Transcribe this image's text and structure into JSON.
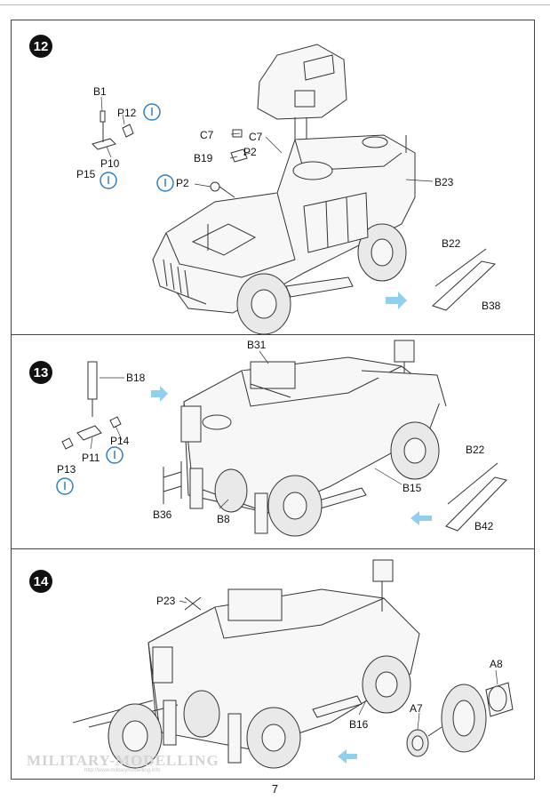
{
  "page": {
    "number": "7"
  },
  "steps": [
    {
      "number": "12",
      "labels": {
        "b1": "B1",
        "p12": "P12",
        "p10": "P10",
        "p15": "P15",
        "c7a": "C7",
        "c7b": "C7",
        "b19": "B19",
        "p2a": "P2",
        "p2b": "P2",
        "b23": "B23",
        "b22": "B22",
        "b38": "B38"
      }
    },
    {
      "number": "13",
      "labels": {
        "b18": "B18",
        "b31": "B31",
        "p11": "P11",
        "p14": "P14",
        "p13": "P13",
        "b36": "B36",
        "b8": "B8",
        "b15": "B15",
        "b22": "B22",
        "b42": "B42"
      }
    },
    {
      "number": "14",
      "labels": {
        "p23": "P23",
        "a8": "A8",
        "a7": "A7",
        "b16": "B16"
      }
    }
  ],
  "watermark": {
    "text": "MILITARY-MODELLING",
    "url": "http://www.militarymodelling.info"
  },
  "colors": {
    "arrow": "#8fd0ee",
    "glue_icon": "#2f7fc1",
    "ink": "#222222"
  }
}
